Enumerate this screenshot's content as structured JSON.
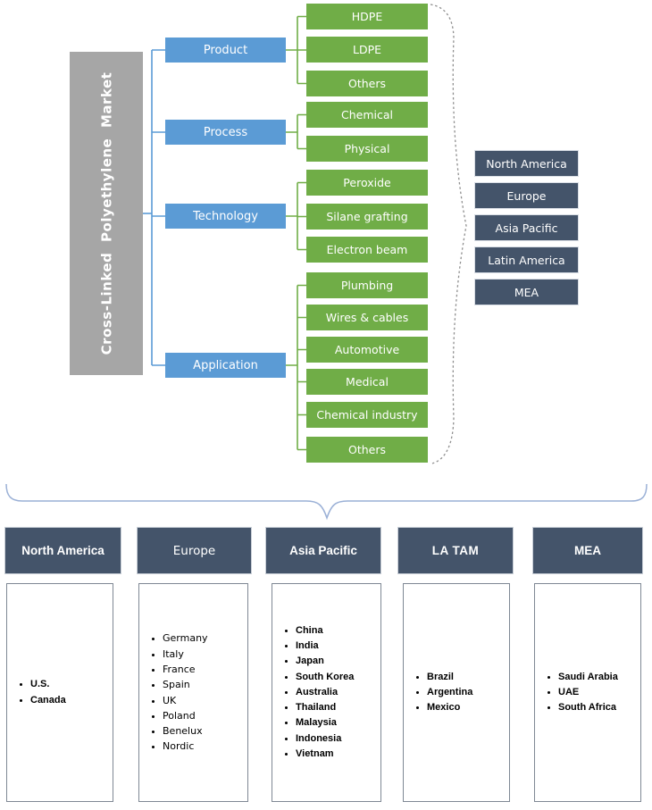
{
  "title": "Cross-Linked Polyethylene Market",
  "colors": {
    "category_blue": "#5b9bd5",
    "segment_green": "#70ad47",
    "root_gray": "#a6a6a6",
    "region_slate": "#44546a",
    "brace_blue": "#9ab0d6",
    "brace_dashed_gray": "#8f8f8f"
  },
  "tree": {
    "root": "Cross-Linked Polyethylene Market",
    "groups": [
      {
        "label": "Product",
        "children": [
          "HDPE",
          "LDPE",
          "Others"
        ]
      },
      {
        "label": "Process",
        "children": [
          "Chemical",
          "Physical"
        ]
      },
      {
        "label": "Technology",
        "children": [
          "Peroxide",
          "Silane grafting",
          "Electron beam"
        ]
      },
      {
        "label": "Application",
        "children": [
          "Plumbing",
          "Wires & cables",
          "Automotive",
          "Medical",
          "Chemical industry",
          "Others"
        ]
      }
    ]
  },
  "regions_panel": {
    "items": [
      "North America",
      "Europe",
      "Asia Pacific",
      "Latin America",
      "MEA"
    ]
  },
  "bottom": {
    "columns": [
      {
        "header": "North America",
        "items": [
          "U.S.",
          "Canada"
        ]
      },
      {
        "header": "Europe",
        "items": [
          "Germany",
          "Italy",
          "France",
          "Spain",
          "UK",
          "Poland",
          "Benelux",
          "Nordic"
        ]
      },
      {
        "header": "Asia Pacific",
        "items": [
          "China",
          "India",
          "Japan",
          "South Korea",
          "Australia",
          "Thailand",
          "Malaysia",
          "Indonesia",
          "Vietnam"
        ]
      },
      {
        "header": "LA TAM",
        "items": [
          "Brazil",
          "Argentina",
          "Mexico"
        ]
      },
      {
        "header": "MEA",
        "items": [
          "Saudi Arabia",
          "UAE",
          "South Africa"
        ]
      }
    ]
  }
}
